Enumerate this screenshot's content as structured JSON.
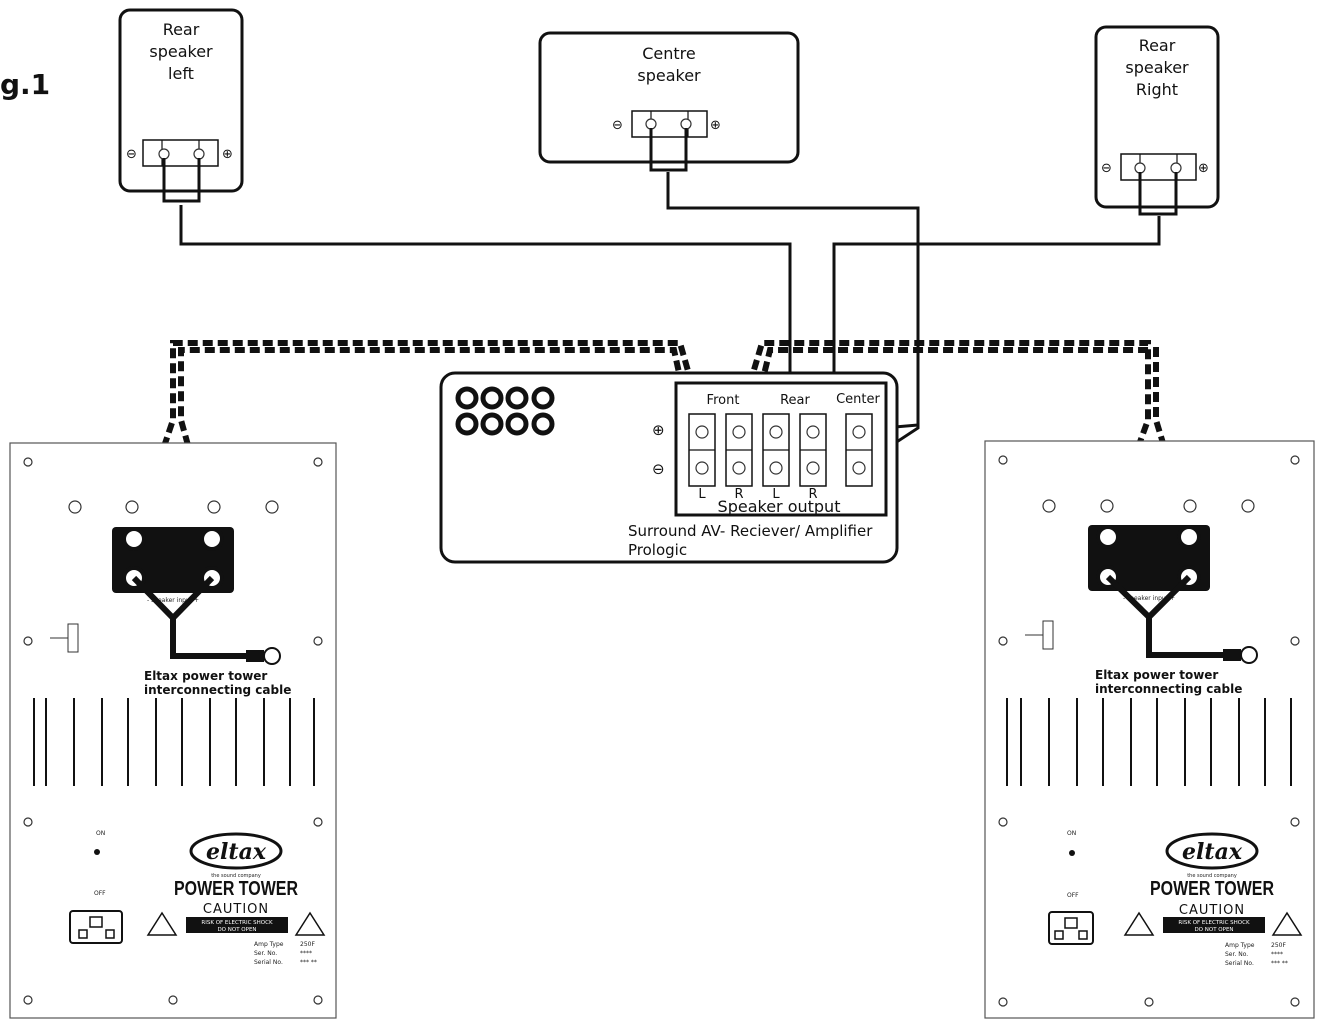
{
  "figure_label": "g.1",
  "speakers": {
    "rear_left": [
      "Rear",
      "speaker",
      "left"
    ],
    "centre": [
      "Centre",
      "speaker"
    ],
    "rear_right": [
      "Rear",
      "speaker",
      "Right"
    ]
  },
  "terminal_signs": {
    "minus": "⊖",
    "plus": "⊕"
  },
  "receiver": {
    "groups": {
      "front": "Front",
      "rear": "Rear",
      "center": "Center"
    },
    "channel_letters": [
      "L",
      "R",
      "L",
      "R"
    ],
    "output_label": "Speaker output",
    "caption_line1": "Surround AV- Reciever/ Amplifier",
    "caption_line2": "Prologic"
  },
  "tower": {
    "cable_line1": "Eltax power tower",
    "cable_line2": "interconnecting cable",
    "speaker_input": "- speaker input +",
    "on": "ON",
    "off": "OFF",
    "brand": "eltax",
    "tagline": "the sound company",
    "model": "POWER TOWER",
    "caution": "CAUTION",
    "warning_line1": "RISK OF ELECTRIC SHOCK",
    "warning_line2": "DO NOT OPEN",
    "spec_labels": [
      "Amp Type",
      "Ser. No.",
      "Serial No."
    ],
    "spec_values": [
      "250F",
      "****",
      "*** **"
    ]
  }
}
